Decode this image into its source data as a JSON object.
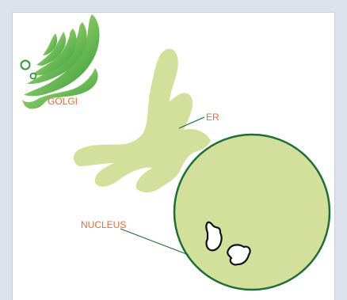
{
  "diagram": {
    "labels": {
      "golgi": "GOLGI",
      "er": "ER",
      "nucleus": "NUCLEUS"
    },
    "colors": {
      "background": "#dde1ec",
      "panel": "#ffffff",
      "er_fill": "#d3e09c",
      "nucleus_fill": "#d3e09c",
      "nucleus_stroke": "#1f6e35",
      "golgi_light": "#b8e07a",
      "golgi_dark": "#2f9a34",
      "label_text": "#e8693a",
      "leader_line": "#1f6e35"
    }
  }
}
